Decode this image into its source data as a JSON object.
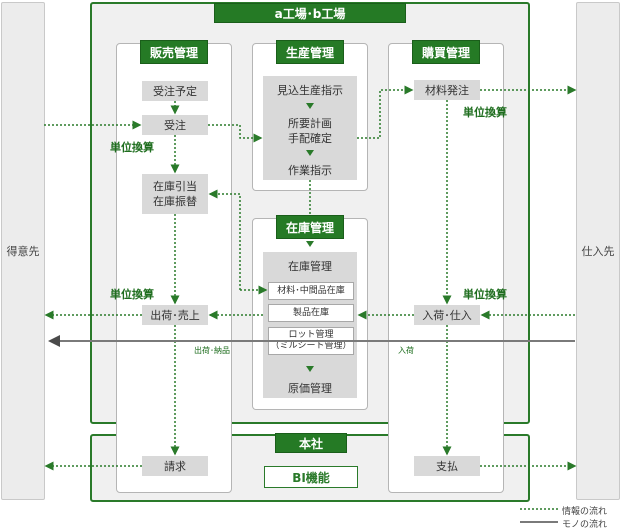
{
  "left_party": "得意先",
  "right_party": "仕入先",
  "factory_title": "a工場･b工場",
  "hq_title": "本社",
  "sales": {
    "title": "販売管理",
    "order_plan": "受注予定",
    "order": "受注",
    "stock_allocation": "在庫引当\n在庫振替",
    "shipment_sales": "出荷･売上",
    "billing": "請求"
  },
  "production": {
    "title": "生産管理",
    "forecast_instruction": "見込生産指示",
    "mrp": "所要計画\n手配確定",
    "work_instruction": "作業指示"
  },
  "purchasing": {
    "title": "購買管理",
    "material_order": "材料発注",
    "receipt_purchase": "入荷･仕入",
    "payment": "支払"
  },
  "inventory": {
    "title": "在庫管理",
    "panel_title": "在庫管理",
    "materials_wip": "材料･中間品在庫",
    "product_stock": "製品在庫",
    "lot_management": "ロット管理\n（ミルシート管理）",
    "cost_management": "原価管理"
  },
  "labels": {
    "unit_conversion": "単位換算",
    "shipment_delivery": "出荷･納品",
    "receipt": "入荷"
  },
  "bi": "BI機能",
  "legend": {
    "info_flow": "情報の流れ",
    "goods_flow": "モノの流れ"
  },
  "colors": {
    "accent": "#257a25",
    "dotted_line": "#2a7a2a",
    "solid_line": "#7a7a7a"
  }
}
